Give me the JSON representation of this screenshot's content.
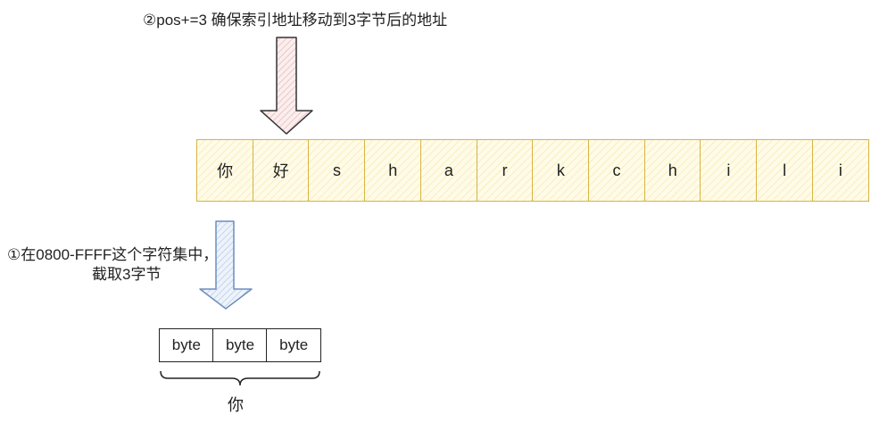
{
  "annotations": {
    "top": "②pos+=3 确保索引地址移动到3字节后的地址",
    "left_line1": "①在0800-FFFF这个字符集中，",
    "left_line2": "截取3字节"
  },
  "string_cells": [
    "你",
    "好",
    "s",
    "h",
    "a",
    "r",
    "k",
    "c",
    "h",
    "i",
    "l",
    "i"
  ],
  "byte_cells": [
    "byte",
    "byte",
    "byte"
  ],
  "brace_label": "你",
  "colors": {
    "top_arrow_fill": "#f5dada",
    "top_arrow_stroke": "#333333",
    "bottom_arrow_fill": "#dbe6f7",
    "bottom_arrow_stroke": "#6c8ebf",
    "cell_border": "#d7b443",
    "cell_fill": "#fffbe8"
  }
}
